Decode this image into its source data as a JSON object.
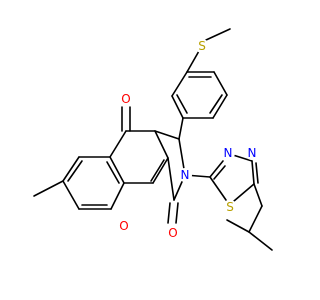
{
  "structure": {
    "type": "chemical-structure",
    "atoms": {
      "O": {
        "text": "O",
        "color": "#FF0000"
      },
      "N": {
        "text": "N",
        "color": "#0000FF"
      },
      "S": {
        "text": "S",
        "color": "#B8A000"
      }
    }
  }
}
